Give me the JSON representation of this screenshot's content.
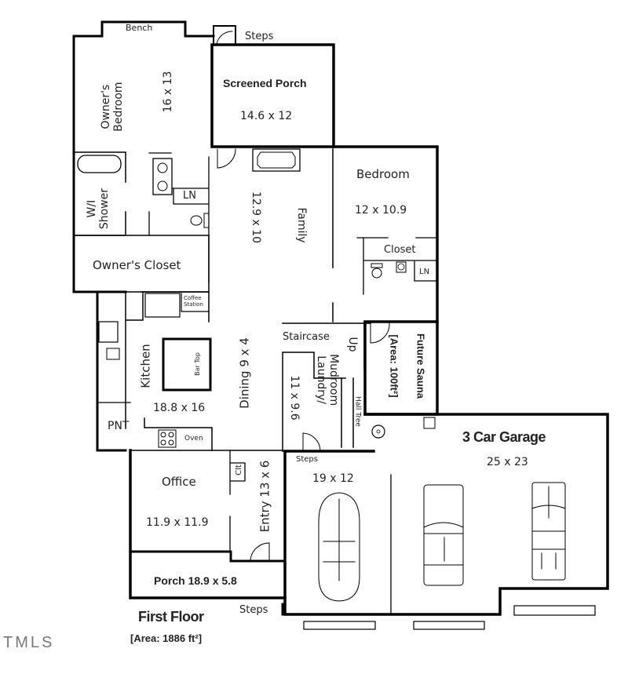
{
  "plan": {
    "title": "First Floor",
    "area": "[Area: 1886 ft²]",
    "watermark": "TMLS"
  },
  "rooms": {
    "bench": "Bench",
    "steps_top": "Steps",
    "owners_bedroom": {
      "name": "Owner's\nBedroom",
      "name_line1": "Owner's",
      "name_line2": "Bedroom",
      "dims": "16 x 13"
    },
    "screened_porch": {
      "name": "Screened Porch",
      "dims": "14.6 x 12"
    },
    "wi_shower": {
      "line1": "W/I",
      "line2": "Shower"
    },
    "ln_owner": "LN",
    "family": {
      "name": "Family",
      "dims": "12.9 x 10"
    },
    "bedroom": {
      "name": "Bedroom",
      "dims": "12 x 10.9"
    },
    "closet": "Closet",
    "ln_bedroom": "LN",
    "owners_closet": "Owner's Closet",
    "coffee_station": {
      "line1": "Coffee",
      "line2": "Station"
    },
    "kitchen": {
      "name": "Kitchen",
      "dims": "18.8 x 16"
    },
    "bar_top": "Bar Top",
    "dining": "Dining 9 x 4",
    "staircase": "Staircase",
    "up": "Up",
    "future_sauna": {
      "name": "Future Sauna",
      "area": "[Area: 100ft²]"
    },
    "laundry": {
      "line1": "Laundry/",
      "line2": "Mudroom",
      "dims": "11 x 9.6"
    },
    "hall_tree": "Hall Tree",
    "pnt": "PNT",
    "oven": "Oven",
    "office": {
      "name": "Office",
      "dims": "11.9 x 11.9"
    },
    "clt": "Clt",
    "entry": "Entry 13 x 6",
    "porch": "Porch 18.9 x 5.8",
    "steps_bottom": "Steps",
    "garage": {
      "name": "3 Car Garage",
      "dims": "25 x 23"
    },
    "garage_steps": "Steps",
    "garage_bay": "19 x 12"
  },
  "colors": {
    "wall": "#000000",
    "fixture": "#555555",
    "background": "#ffffff"
  }
}
